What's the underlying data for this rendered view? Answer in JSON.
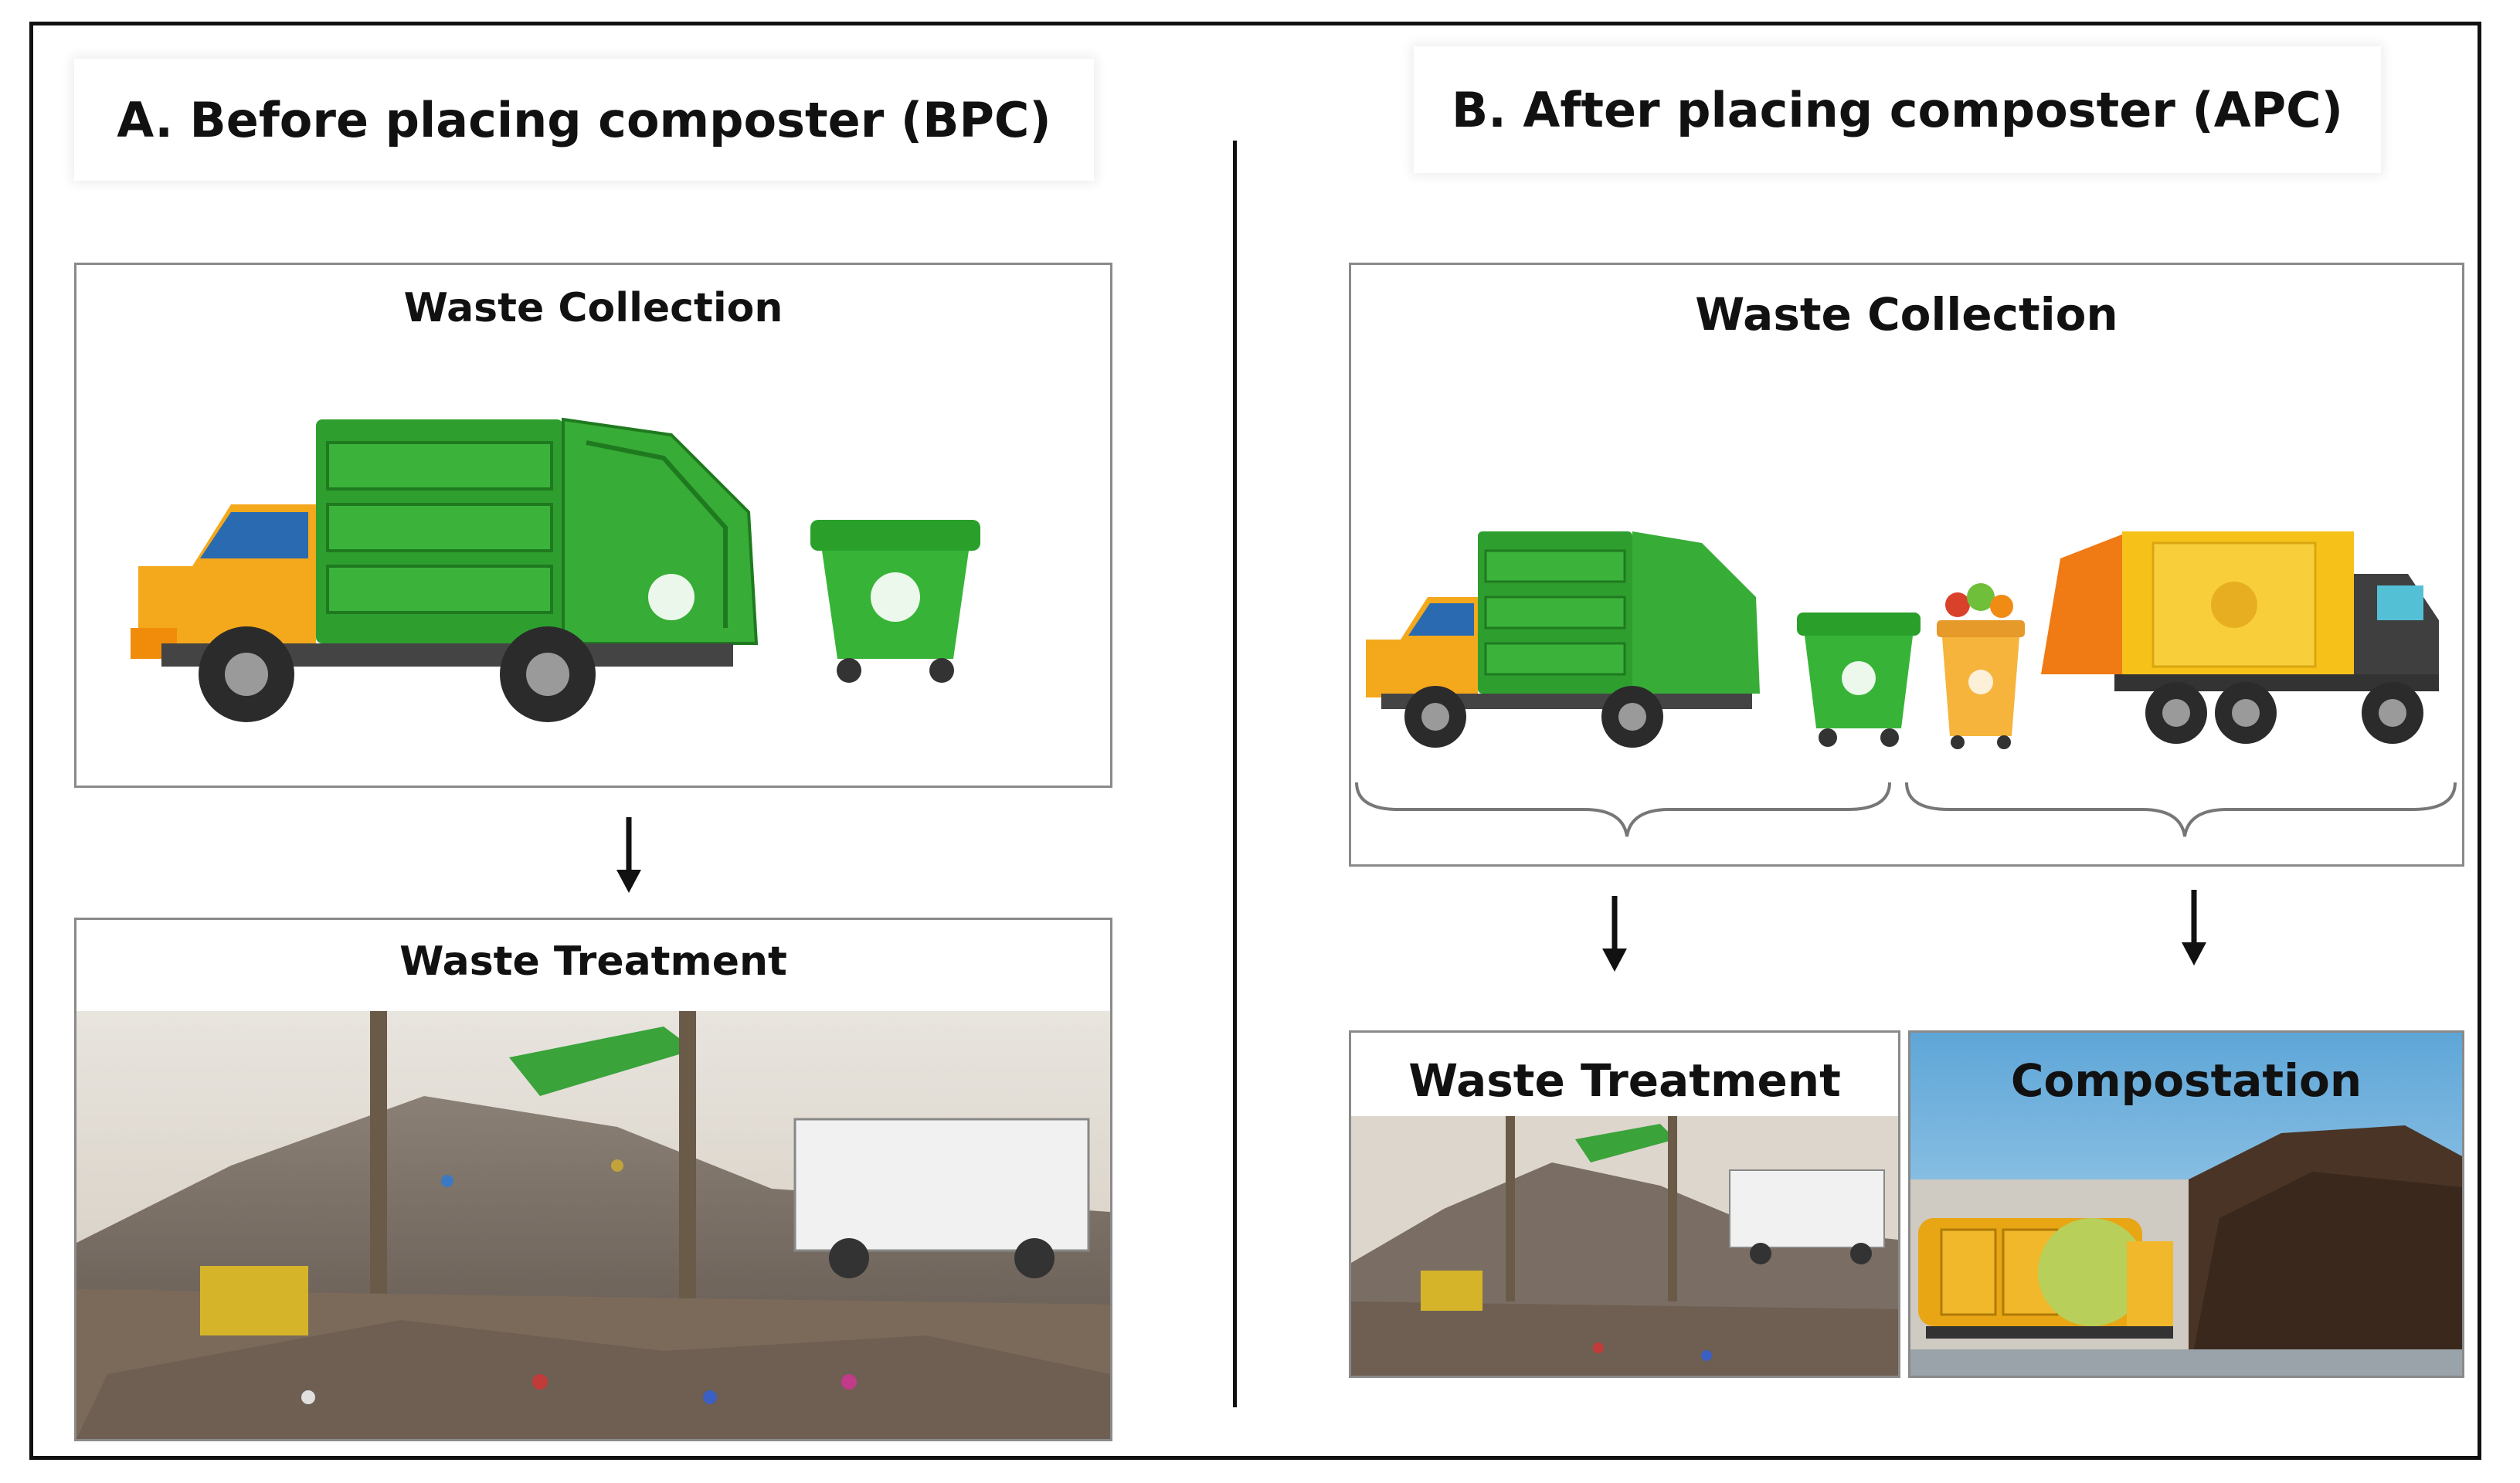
{
  "panels": {
    "a": {
      "title": "A. Before placing composter (BPC)",
      "collection_label": "Waste Collection",
      "treatment_label": "Waste Treatment"
    },
    "b": {
      "title": "B. After placing composter (APC)",
      "collection_label": "Waste Collection",
      "treatment_label": "Waste Treatment",
      "compost_label": "Compostation"
    }
  },
  "colors": {
    "truck_green": "#2e9e2e",
    "cab_yellow": "#f4a81c",
    "compost_truck_yellow": "#f6c21a",
    "compost_truck_orange": "#f07a14",
    "bin_green": "#37b437",
    "bin_orange": "#f6b43c",
    "arrow": "#111111"
  },
  "icons": [
    "garbage-truck-icon",
    "recycle-bin-icon",
    "organic-bin-icon",
    "compost-truck-icon",
    "recycle-symbol-icon"
  ]
}
